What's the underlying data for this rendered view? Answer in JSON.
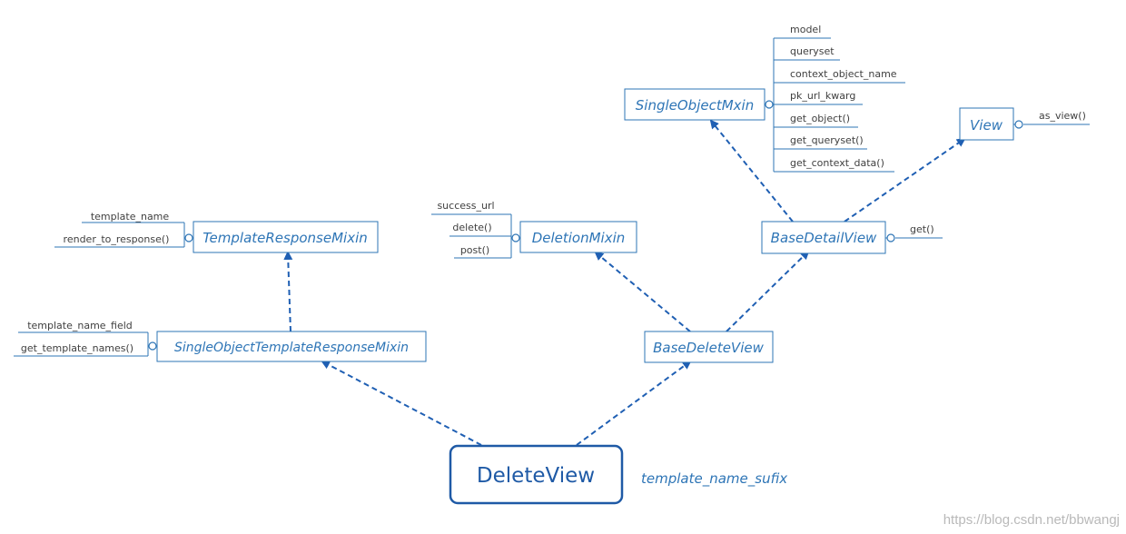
{
  "diagram": {
    "main_class": "DeleteView",
    "main_note": "template_name_sufix",
    "classes": {
      "template_response_mixin": "TemplateResponseMixin",
      "single_object_template_response_mixin": "SingleObjectTemplateResponseMixin",
      "deletion_mixin": "DeletionMixin",
      "base_delete_view": "BaseDeleteView",
      "base_detail_view": "BaseDetailView",
      "single_object_mixin": "SingleObjectMxin",
      "view": "View"
    },
    "members": {
      "template_response_mixin": [
        "template_name",
        "render_to_response()"
      ],
      "single_object_template_response_mixin": [
        "template_name_field",
        "get_template_names()"
      ],
      "deletion_mixin": [
        "success_url",
        "delete()",
        "post()"
      ],
      "single_object_mixin": [
        "model",
        "queryset",
        "context_object_name",
        "pk_url_kwarg",
        "get_object()",
        "get_queryset()",
        "get_context_data()"
      ],
      "base_detail_view": [
        "get()"
      ],
      "view": [
        "as_view()"
      ]
    },
    "colors": {
      "class_border": "#2e75b6",
      "class_text": "#2e75b6",
      "arrow": "#1f5fb3",
      "main_border": "#1f5aa6",
      "member_line": "#2e75b6"
    }
  },
  "watermark": "https://blog.csdn.net/bbwangj"
}
